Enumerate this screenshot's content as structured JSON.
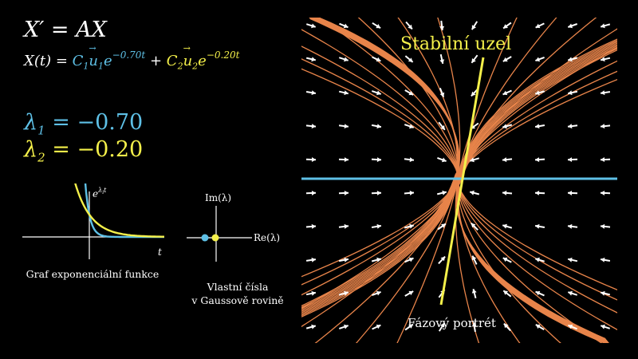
{
  "equations": {
    "system": "X′ = AX",
    "solution_lhs": "X(t) = ",
    "c1": "C",
    "c1_sub": "1",
    "u1": "u",
    "u1_sub": "1",
    "exp1_base": "e",
    "exp1": "−0.70t",
    "plus": " + ",
    "c2": "C",
    "c2_sub": "2",
    "u2": "u",
    "u2_sub": "2",
    "exp2_base": "e",
    "exp2": "−0.20t"
  },
  "eigenvalues": {
    "lambda1_symbol": "λ",
    "lambda1_sub": "1",
    "lambda1_value": " = −0.70",
    "lambda2_symbol": "λ",
    "lambda2_sub": "2",
    "lambda2_value": " = −0.20"
  },
  "exp_graph": {
    "y_label": "e",
    "y_label_exp": "λ",
    "y_label_exp_sub": "i",
    "y_label_exp_t": "t",
    "x_label": "t",
    "caption": "Graf exponenciální funkce"
  },
  "gauss_plane": {
    "im_label": "Im(λ)",
    "re_label": "Re(λ)",
    "caption_line1": "Vlastní čísla",
    "caption_line2": "v Gaussově rovině"
  },
  "phase_portrait": {
    "title": "Stabilní uzel",
    "caption": "Fázový portrét"
  },
  "colors": {
    "blue": "#5ec0e6",
    "yellow": "#f4f04a",
    "streamline": "#e8844a",
    "arrow": "#ffffff",
    "background": "#000000"
  },
  "chart_data": {
    "type": "line",
    "title": "",
    "xlabel": "t",
    "ylabel": "e^(λi t)",
    "series": [
      {
        "lambda": -0.7,
        "color": "#5ec0e6"
      },
      {
        "lambda": -0.2,
        "color": "#f4f04a"
      }
    ]
  }
}
